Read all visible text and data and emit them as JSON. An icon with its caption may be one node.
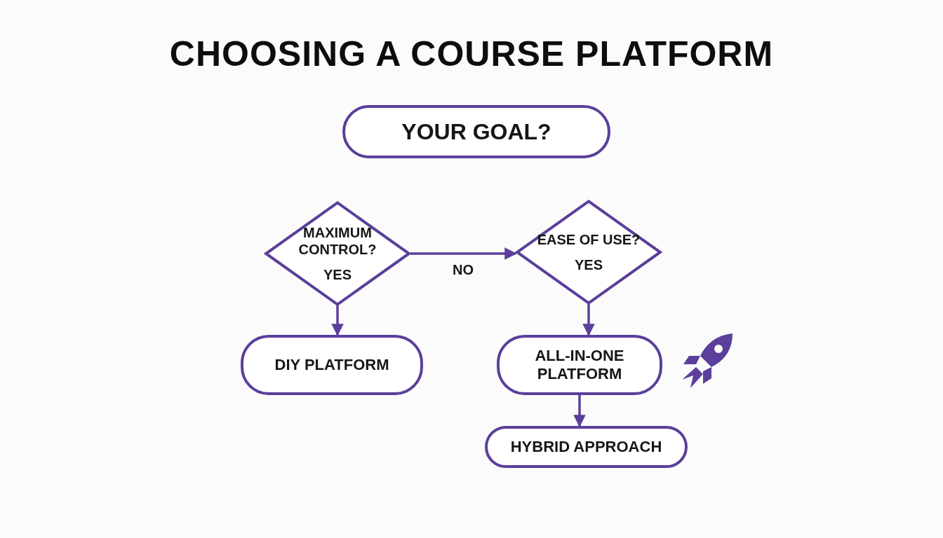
{
  "diagram": {
    "title": "CHOOSING A COURSE PLATFORM",
    "nodes": [
      {
        "text": [
          "YOUR GOAL?"
        ]
      },
      {
        "text": [
          "MAXIMUM CONTROL?",
          "YES"
        ]
      },
      {
        "text": [
          "EASE OF USE?",
          "YES"
        ]
      },
      {
        "text": [
          "DIY PLATFORM"
        ]
      },
      {
        "text": [
          "ALL-IN-ONE PLATFORM"
        ]
      },
      {
        "text": [
          "HYBRID APPROACH"
        ]
      }
    ],
    "edges": [
      {
        "from": 1,
        "to": 2,
        "arrow": "to",
        "label": "NO"
      },
      {
        "from": 1,
        "to": 3,
        "arrow": "to"
      },
      {
        "from": 2,
        "to": 4,
        "arrow": "to"
      },
      {
        "from": 4,
        "to": 5,
        "arrow": "to"
      }
    ]
  }
}
